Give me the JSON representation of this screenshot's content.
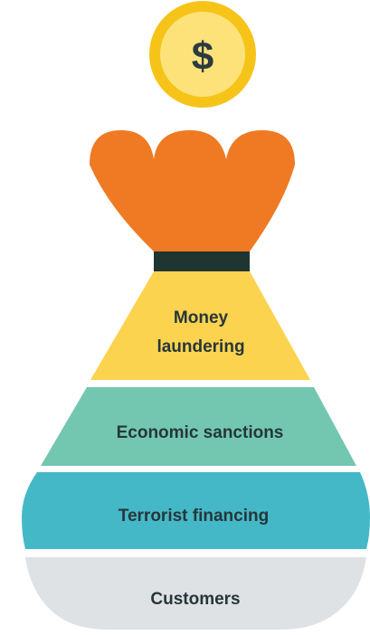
{
  "coin": {
    "symbol": "$",
    "colors": {
      "outer": "#f6c419",
      "inner": "#fde27a",
      "symbol": "#2b3b3f"
    }
  },
  "bag": {
    "top_color": "#ef7a23",
    "tie_color": "#1f3531"
  },
  "layers": [
    {
      "label_lines": [
        "Money",
        "laundering"
      ],
      "color": "#fcd34f"
    },
    {
      "label_lines": [
        "Economic sanctions"
      ],
      "color": "#73c7b1"
    },
    {
      "label_lines": [
        "Terrorist financing"
      ],
      "color": "#45b8c7"
    },
    {
      "label_lines": [
        "Customers"
      ],
      "color": "#dfe2e4"
    }
  ]
}
